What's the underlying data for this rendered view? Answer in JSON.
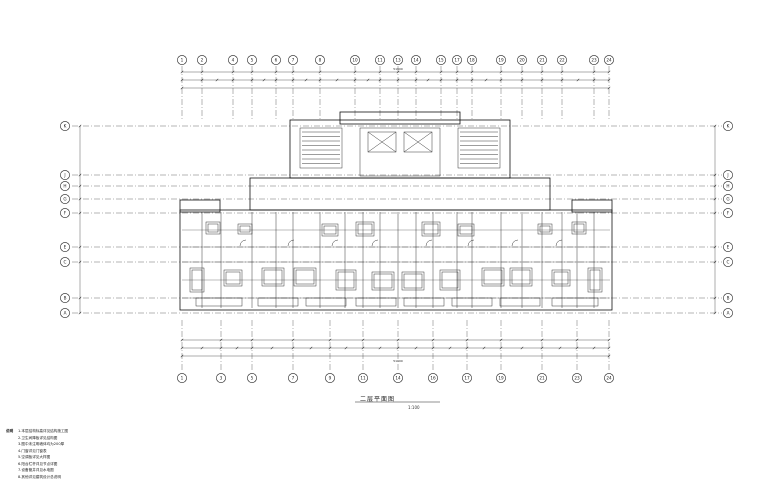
{
  "drawing": {
    "title": "二层平面图",
    "scale": "1:100",
    "overall_dimension": "51900"
  },
  "grid_labels": {
    "columns_top": [
      "1",
      "2",
      "4",
      "5",
      "6",
      "7",
      "8",
      "10",
      "11",
      "13",
      "14",
      "15",
      "17",
      "18",
      "19",
      "20",
      "21",
      "22",
      "23",
      "24"
    ],
    "columns_bottom": [
      "1",
      "3",
      "5",
      "7",
      "9",
      "11",
      "14",
      "16",
      "17",
      "19",
      "21",
      "23",
      "24"
    ],
    "rows_left": [
      "K",
      "J",
      "H",
      "G",
      "F",
      "E",
      "C",
      "B",
      "A"
    ],
    "rows_right": [
      "K",
      "J",
      "H",
      "G",
      "F",
      "E",
      "C",
      "B",
      "A"
    ]
  },
  "notes": {
    "heading": "说明",
    "items": [
      "1.本层结构标高详见结构施工图",
      "2.卫生间降板详见结构图",
      "3.图中未注明墙体均为200厚",
      "4.门窗详见门窗表",
      "5.空调板详见大样图",
      "6.阳台栏杆详见节点详图",
      "7.设备管井详见水电图",
      "8.其他详见建筑设计总说明"
    ]
  },
  "colors": {
    "lines": "#222222",
    "background": "#ffffff"
  }
}
